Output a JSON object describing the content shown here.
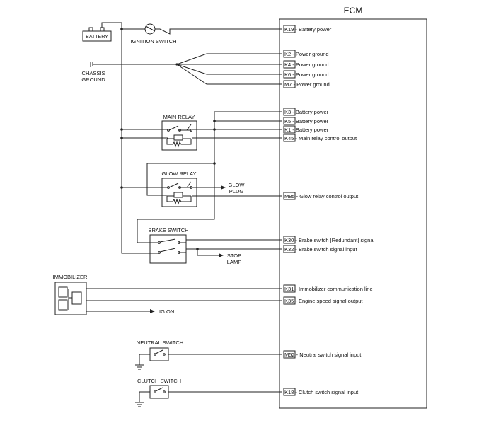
{
  "ecm": {
    "title": "ECM",
    "pins": [
      {
        "id": "K19",
        "label": "Battery power"
      },
      {
        "id": "K2",
        "label": "Power ground"
      },
      {
        "id": "K4",
        "label": "Power ground"
      },
      {
        "id": "K6",
        "label": "Power ground"
      },
      {
        "id": "M7",
        "label": "Power ground"
      },
      {
        "id": "K3",
        "label": "Battery power"
      },
      {
        "id": "K5",
        "label": "Battery power"
      },
      {
        "id": "K1",
        "label": "Battery power"
      },
      {
        "id": "K45",
        "label": "Main relay control output"
      },
      {
        "id": "M85",
        "label": "Glow relay control output"
      },
      {
        "id": "K30",
        "label": "Brake switch [Redundant] signal"
      },
      {
        "id": "K32",
        "label": "Brake switch signal input"
      },
      {
        "id": "K31",
        "label": "Immobilizer communication line"
      },
      {
        "id": "K35",
        "label": "Engine speed signal output"
      },
      {
        "id": "M52",
        "label": "Neutral switch signal input"
      },
      {
        "id": "K18",
        "label": "Clutch switch signal input"
      }
    ]
  },
  "components": {
    "battery": "BATTERY",
    "ignition_switch": "IGNITION SWITCH",
    "chassis_ground_1": "CHASSIS",
    "chassis_ground_2": "GROUND",
    "main_relay": "MAIN RELAY",
    "glow_relay": "GLOW RELAY",
    "brake_switch": "BRAKE SWITCH",
    "immobilizer": "IMMOBILIZER",
    "neutral_switch": "NEUTRAL SWITCH",
    "clutch_switch": "CLUTCH SWITCH"
  },
  "outputs": {
    "glow_plug_1": "GLOW",
    "glow_plug_2": "PLUG",
    "stop_lamp_1": "STOP",
    "stop_lamp_2": "LAMP",
    "ig_on": "IG ON"
  }
}
